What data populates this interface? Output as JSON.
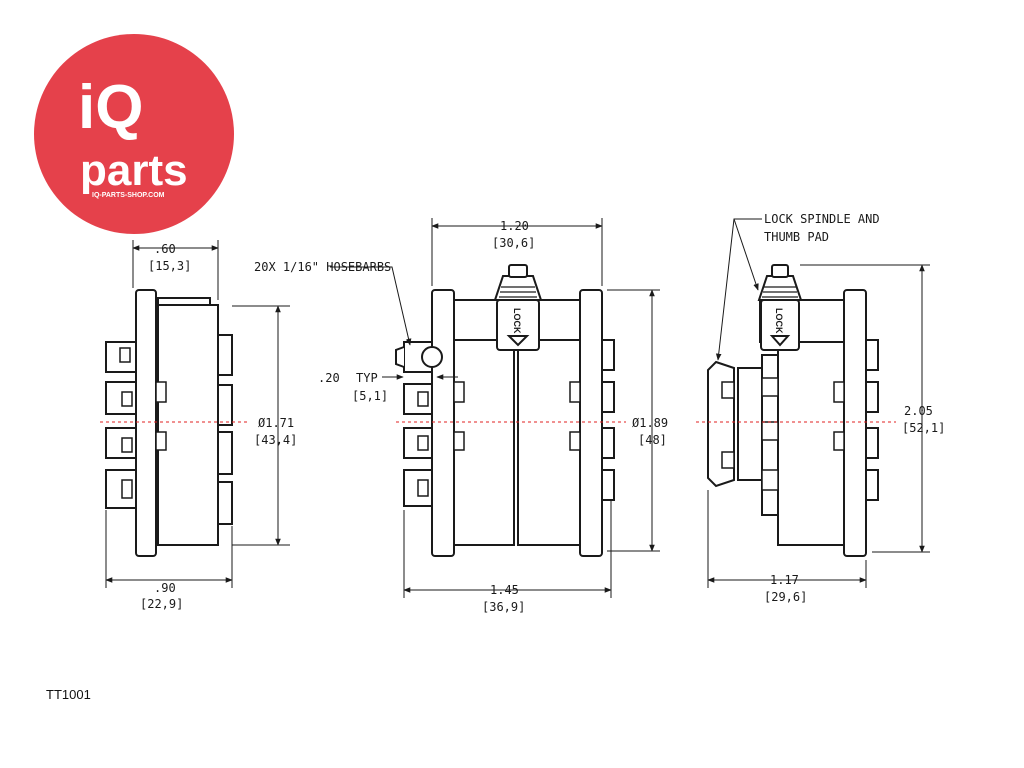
{
  "logo": {
    "line1": "iQ",
    "line2": "parts",
    "site": "IQ-PARTS-SHOP.COM",
    "color": "#e5414b"
  },
  "part_number": "TT1001",
  "views": {
    "left": {
      "top_dim": ".60",
      "top_dim_mm": "[15,3]",
      "diameter": "Ø1.71",
      "diameter_mm": "[43,4]",
      "bottom_dim": ".90",
      "bottom_dim_mm": "[22,9]"
    },
    "middle": {
      "top_dim": "1.20",
      "top_dim_mm": "[30,6]",
      "hosebarb_note": "20X 1/16\" HOSEBARBS",
      "barb_dim": ".20",
      "barb_typ": "TYP",
      "barb_dim_mm": "[5,1]",
      "diameter": "Ø1.89",
      "diameter_mm": "[48]",
      "bottom_dim": "1.45",
      "bottom_dim_mm": "[36,9]",
      "lock_text": "LOCK"
    },
    "right": {
      "callout_line1": "LOCK SPINDLE AND",
      "callout_line2": "THUMB PAD",
      "height_dim": "2.05",
      "height_dim_mm": "[52,1]",
      "bottom_dim": "1.17",
      "bottom_dim_mm": "[29,6]"
    }
  },
  "colors": {
    "line": "#1a1a1a",
    "body_fill": "#ffffff",
    "centerline": "#e02020"
  }
}
